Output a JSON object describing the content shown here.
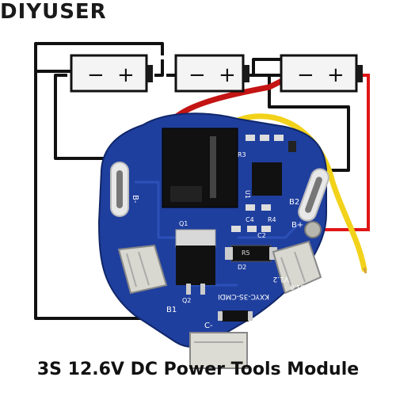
{
  "brand_text": "DIYUSER",
  "caption_text": "3S 12.6V DC Power Tools Module",
  "batteries": [
    {
      "minus": "−",
      "plus": "+"
    },
    {
      "minus": "−",
      "plus": "+"
    },
    {
      "minus": "−",
      "plus": "+"
    }
  ],
  "board_labels": {
    "b_minus": "B-",
    "b2": "B2",
    "b_plus": "B+",
    "b1": "B1",
    "c_minus": "C-",
    "model": "KXYC-3S-CMDI",
    "version": "V1.2",
    "u1": "U1",
    "r3": "R3",
    "r4": "R4",
    "c4": "C4",
    "c2": "C2",
    "q1": "Q1",
    "q2": "Q2",
    "d2": "D2",
    "r5": "R5",
    "u1_0": "U1.0"
  },
  "colors": {
    "pcb": "#1f3f9e",
    "wire_black": "#111111",
    "wire_red": "#d01818",
    "wire_yellow": "#f2d21a",
    "battery_body": "#f4f4f4",
    "battery_cap": "#1a1a1a"
  }
}
